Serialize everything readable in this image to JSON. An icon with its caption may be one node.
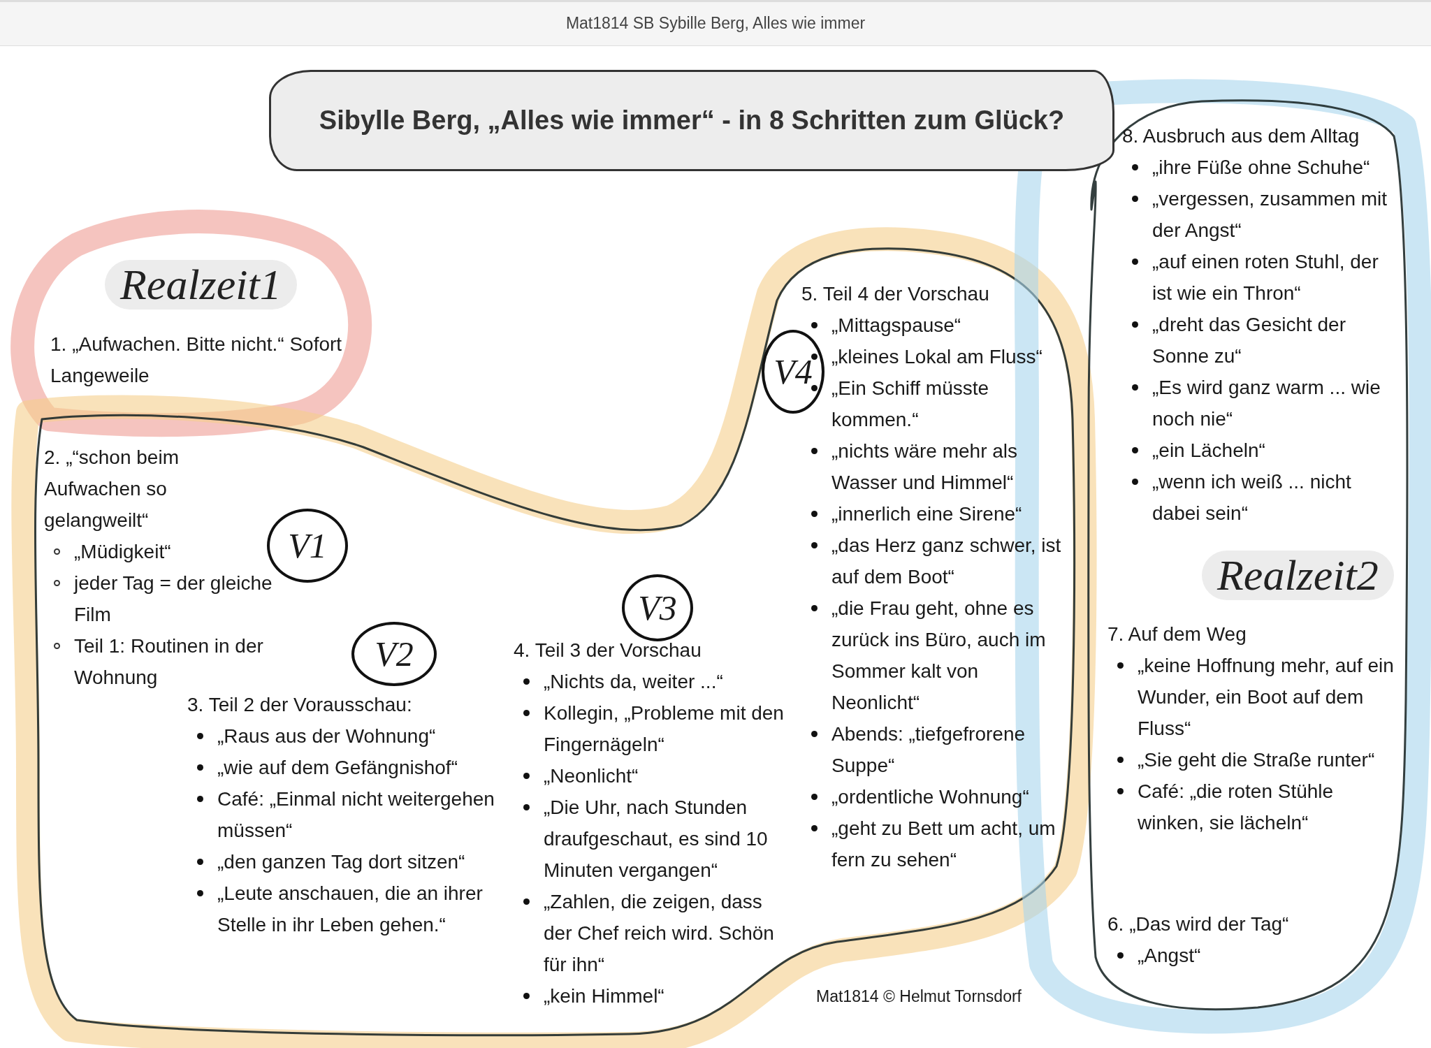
{
  "diagram": {
    "nodes": [
      {
        "text": [
          "Sibylle Berg, „Alles wie immer“ - in 8 Schritten zum Glück?"
        ]
      },
      {
        "text": [
          "Realzeit1"
        ]
      },
      {
        "text": [
          "1. „Aufwachen. Bitte nicht.“ Sofort Langeweile"
        ],
        "in": 1
      },
      {
        "text": [],
        "shape": "loop"
      },
      {
        "text": [
          "2. „“schon beim Aufwachen so gelangweilt“",
          "„Müdigkeit“",
          "jeder Tag = der gleiche Film",
          "Teil 1: Routinen in der Wohnung"
        ],
        "in": 3
      },
      {
        "text": [
          "V1"
        ],
        "in": 3
      },
      {
        "text": [
          "V2"
        ],
        "in": 3
      },
      {
        "text": [
          "3. Teil 2 der Vorausschau:",
          "„Raus aus der Wohnung“",
          "„wie auf dem Gefängnishof“",
          "Café: „Einmal nicht weitergehen müssen“",
          "„den ganzen Tag dort sitzen“",
          "„Leute anschauen, die an ihrer Stelle in ihr Leben gehen.“"
        ],
        "in": 3
      },
      {
        "text": [
          "V3"
        ],
        "in": 3
      },
      {
        "text": [
          "4. Teil 3 der Vorschau",
          "„Nichts da, weiter ...“",
          "Kollegin, „Probleme mit den Fingernägeln“",
          "„Neonlicht“",
          "„Die Uhr,  nach Stunden draufgeschaut, es sind 10 Minuten vergangen“",
          "„Zahlen, die zeigen, dass der Chef reich wird. Schön für ihn“",
          "„kein Himmel“"
        ],
        "in": 3
      },
      {
        "text": [
          "V4"
        ],
        "in": 3
      },
      {
        "text": [
          "5. Teil 4 der Vorschau",
          "„Mittagspause“",
          "„kleines Lokal am Fluss“",
          "„Ein Schiff müsste kommen.“",
          "„nichts wäre mehr als Wasser und Himmel“",
          "„innerlich eine Sirene“",
          "„das Herz ganz schwer, ist auf dem Boot“",
          "„die Frau geht, ohne es zurück ins Büro, auch im Sommer kalt von Neonlicht“",
          "Abends: „tiefgefrorene Suppe“",
          "„ordentliche Wohnung“",
          "„geht zu Bett um acht, um fern zu sehen“"
        ],
        "in": 3
      },
      {
        "text": [
          "Realzeit2"
        ]
      },
      {
        "text": [
          "8. Ausbruch aus dem Alltag",
          "„ihre Füße ohne Schuhe“",
          "„vergessen, zusammen mit der Angst“",
          "„auf einen roten Stuhl, der ist wie ein Thron“",
          "„dreht das Gesicht der Sonne zu“",
          "„Es wird ganz warm ... wie noch nie“",
          "„ein Lächeln“",
          "„wenn ich weiß ... nicht dabei sein“"
        ],
        "in": 12
      },
      {
        "text": [
          "7. Auf dem Weg",
          "„keine Hoffnung mehr, auf ein Wunder, ein Boot auf dem Fluss“",
          "„Sie geht die Straße runter“",
          "Café: „die roten Stühle winken, sie lächeln“"
        ],
        "in": 12
      },
      {
        "text": [
          "6. „Das wird der Tag“",
          "„Angst“"
        ],
        "in": 12
      }
    ],
    "labels": [
      "Mat1814 SB Sybille Berg, Alles wie immer",
      "Mat1814 © Helmut Tornsdorf"
    ]
  }
}
